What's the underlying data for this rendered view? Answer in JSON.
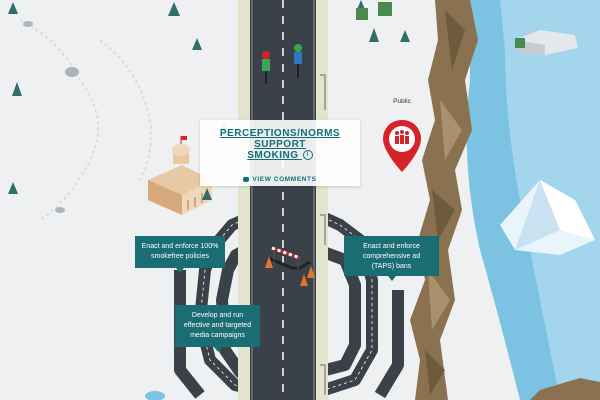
{
  "popup": {
    "title_line1": "PERCEPTIONS/NORMS SUPPORT",
    "title_line2": "SMOKING",
    "info_icon": "info-icon",
    "view_comments": "VIEW COMMENTS"
  },
  "policies": [
    {
      "line1": "Enact and enforce 100%",
      "line2": "smokefree policies",
      "line3": ""
    },
    {
      "line1": "Enact and enforce",
      "line2": "comprehensive ad",
      "line3": "(TAPS) bans"
    },
    {
      "line1": "Develop and run",
      "line2": "effective and targeted",
      "line3": "media campaigns"
    }
  ],
  "public_marker": {
    "label": "Public",
    "icon": "people-pin-icon"
  },
  "colors": {
    "teal": "#1b6d74",
    "pin_red": "#d6232a",
    "road": "#3b4149",
    "water": "#7cc3e3"
  }
}
